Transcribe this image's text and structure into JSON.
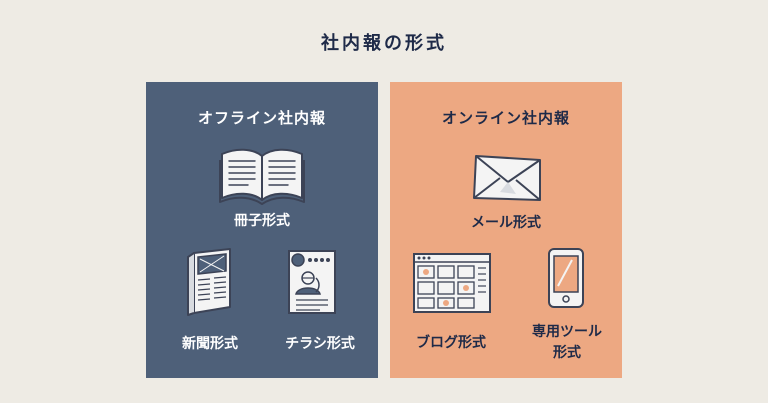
{
  "title": "社内報の形式",
  "colors": {
    "background": "#eeebe4",
    "offline_panel": "#4e6079",
    "online_panel": "#eda882",
    "title_text": "#1e2a48",
    "icon_line": "#3c4356",
    "icon_fill": "#f4f4f4"
  },
  "offline": {
    "title": "オフライン社内報",
    "items": [
      {
        "label": "冊子形式",
        "icon": "open-book-icon"
      },
      {
        "label": "新聞形式",
        "icon": "newspaper-icon"
      },
      {
        "label": "チラシ形式",
        "icon": "flyer-icon"
      }
    ]
  },
  "online": {
    "title": "オンライン社内報",
    "items": [
      {
        "label": "メール形式",
        "icon": "envelope-icon"
      },
      {
        "label": "ブログ形式",
        "icon": "blog-window-icon"
      },
      {
        "label_line1": "専用ツール",
        "label_line2": "形式",
        "icon": "smartphone-icon"
      }
    ]
  }
}
